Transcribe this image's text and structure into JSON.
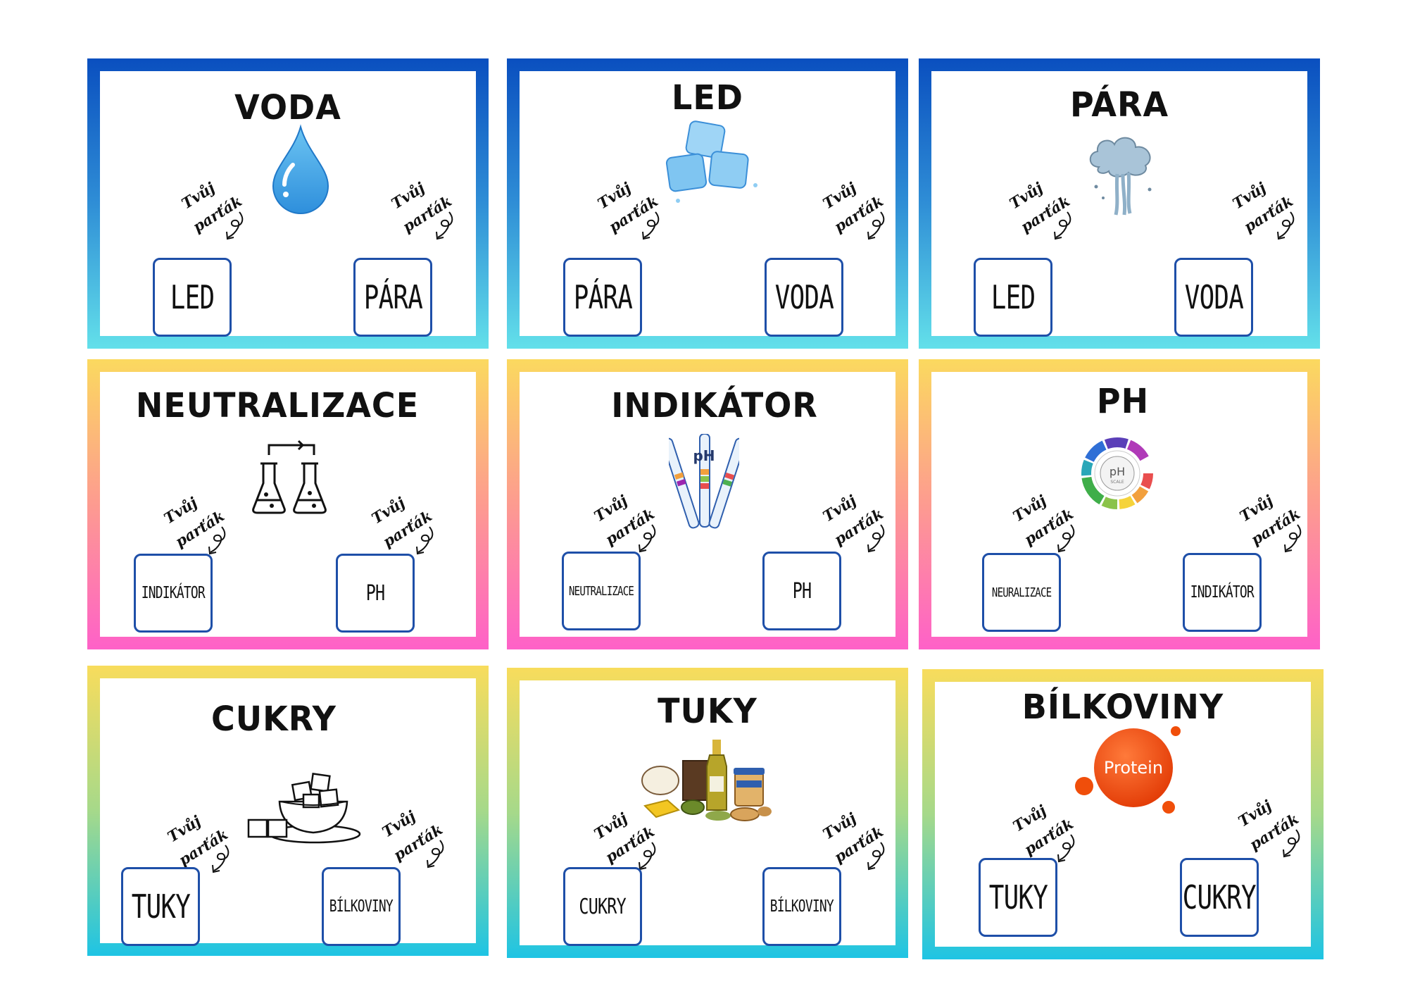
{
  "partner_label": [
    "Tvůj",
    "parťák"
  ],
  "colors": {
    "blue_gradient": [
      "#0a4fbf",
      "#63e0ea"
    ],
    "pink_gradient": [
      "#fbd95f",
      "#fe61c8"
    ],
    "green_gradient": [
      "#f8dc5c",
      "#1ec4e4"
    ],
    "box_border": "#1e4fa8",
    "protein_orange": "#f04e0a"
  },
  "cards": [
    {
      "title": "VODA",
      "icon": "water-drop-icon",
      "boxes": [
        "LED",
        "PÁRA"
      ]
    },
    {
      "title": "LED",
      "icon": "ice-cubes-icon",
      "boxes": [
        "PÁRA",
        "VODA"
      ]
    },
    {
      "title": "PÁRA",
      "icon": "steam-cloud-icon",
      "boxes": [
        "LED",
        "VODA"
      ]
    },
    {
      "title": "NEUTRALIZACE",
      "icon": "beakers-icon",
      "boxes": [
        "INDIKÁTOR",
        "PH"
      ]
    },
    {
      "title": "INDIKÁTOR",
      "icon": "ph-strips-icon",
      "image_text": "pH",
      "boxes": [
        "NEUTRALIZACE",
        "PH"
      ]
    },
    {
      "title": "PH",
      "icon": "ph-scale-wheel-icon",
      "image_text": [
        "pH",
        "SCALE"
      ],
      "boxes": [
        "NEURALIZACE",
        "INDIKÁTOR"
      ]
    },
    {
      "title": "CUKRY",
      "icon": "sugar-bowl-icon",
      "boxes": [
        "TUKY",
        "BÍLKOVINY"
      ]
    },
    {
      "title": "TUKY",
      "icon": "fats-food-icon",
      "boxes": [
        "CUKRY",
        "BÍLKOVINY"
      ]
    },
    {
      "title": "BÍLKOVINY",
      "icon": "protein-bubble-icon",
      "image_text": "Protein",
      "boxes": [
        "TUKY",
        "CUKRY"
      ]
    }
  ]
}
